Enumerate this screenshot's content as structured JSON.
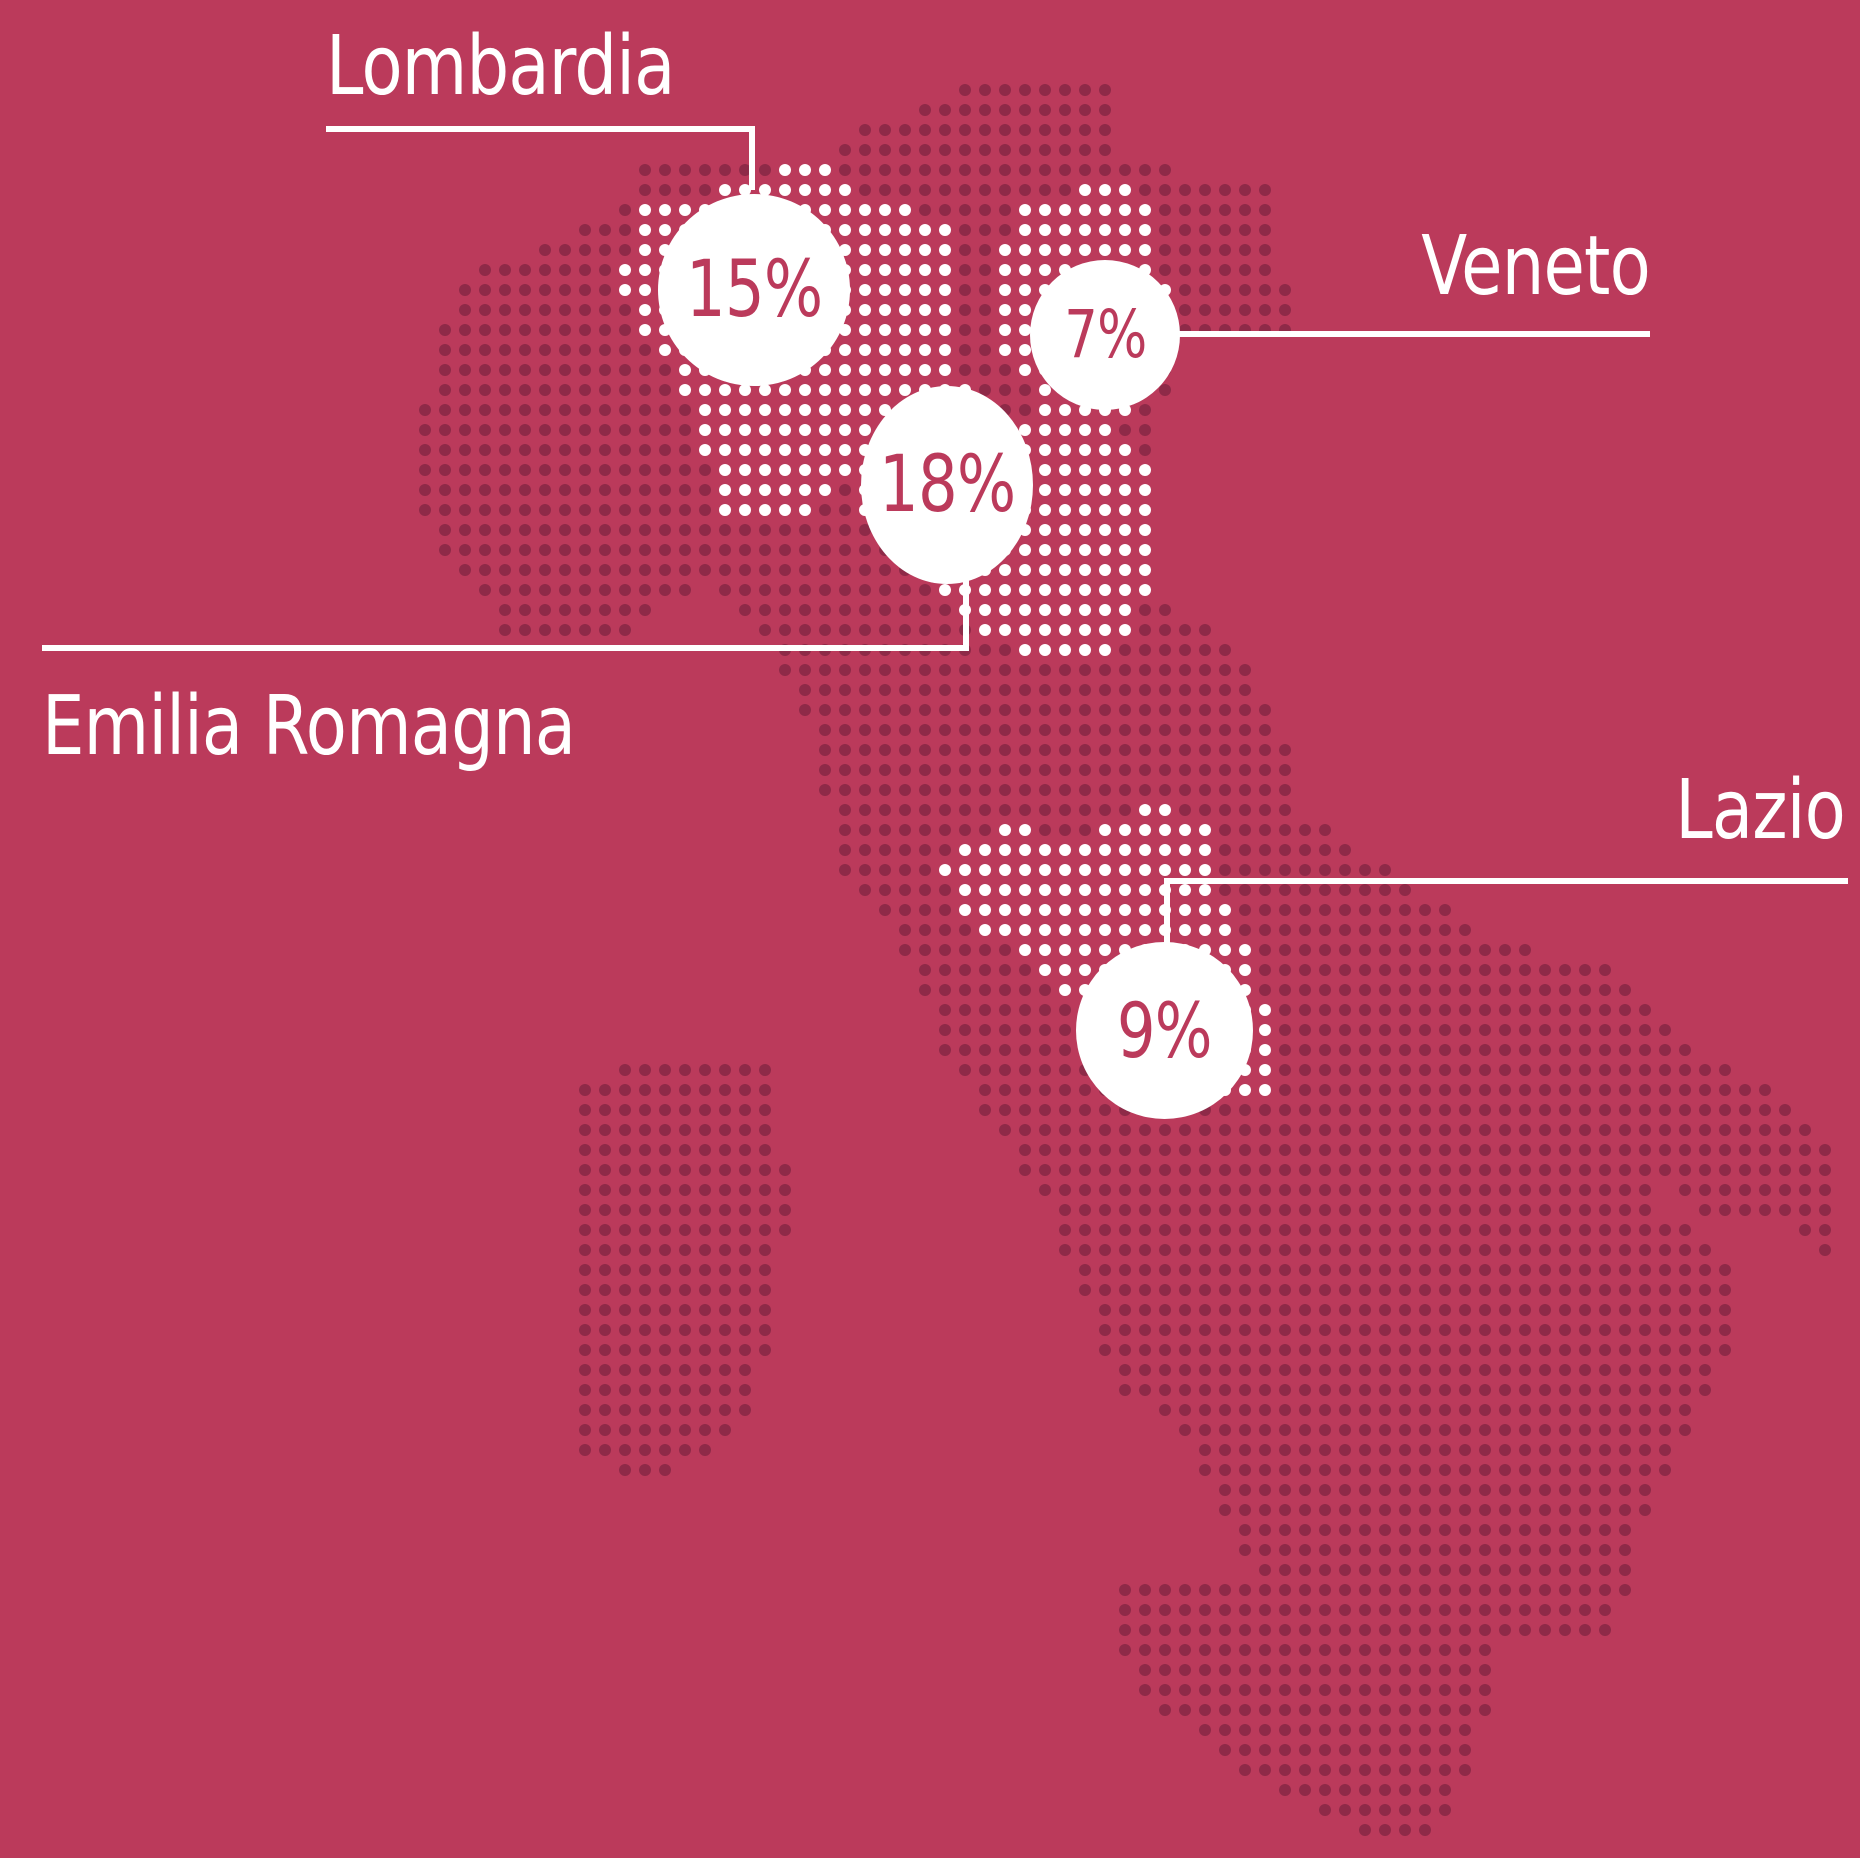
{
  "map": {
    "colors": {
      "background": "#bb3a5b",
      "dot": "#8e2a48",
      "highlight": "#ffffff",
      "bubble_text": "#bb3a5b"
    },
    "regions": [
      {
        "id": "lombardia",
        "label": "Lombardia",
        "value": "15%"
      },
      {
        "id": "veneto",
        "label": "Veneto",
        "value": "7%"
      },
      {
        "id": "emilia-romagna",
        "label": "Emilia Romagna",
        "value": "18%"
      },
      {
        "id": "lazio",
        "label": "Lazio",
        "value": "9%"
      }
    ]
  }
}
